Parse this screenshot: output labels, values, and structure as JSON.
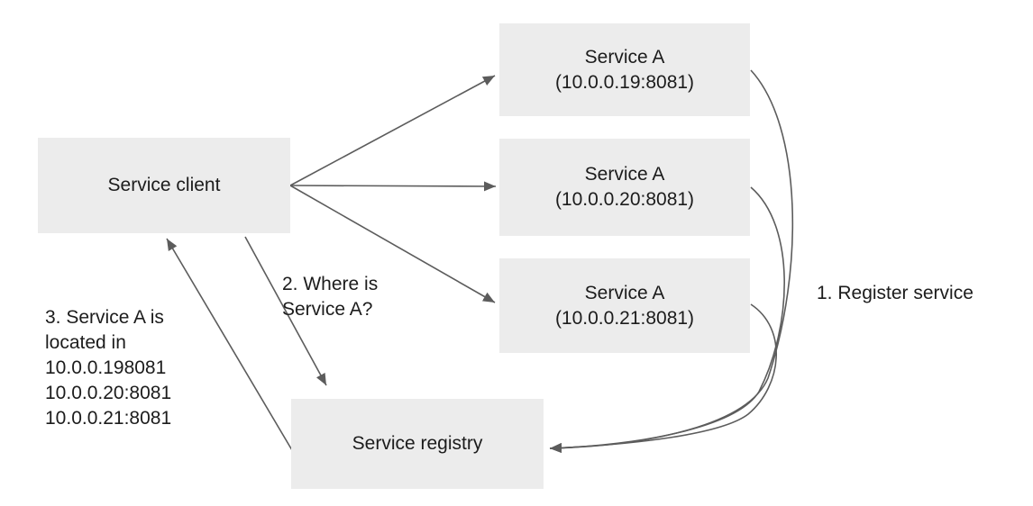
{
  "diagram": {
    "nodes": {
      "service_client": {
        "label": "Service client"
      },
      "service_a_1": {
        "title": "Service A",
        "address": "(10.0.0.19:8081)"
      },
      "service_a_2": {
        "title": "Service A",
        "address": "(10.0.0.20:8081)"
      },
      "service_a_3": {
        "title": "Service A",
        "address": "(10.0.0.21:8081)"
      },
      "service_registry": {
        "label": "Service registry"
      }
    },
    "annotations": {
      "register_service": "1. Register service",
      "where_is": {
        "lines": [
          "2. Where is",
          "Service A?"
        ]
      },
      "located_in": {
        "lines": [
          "3. Service A is",
          "located in",
          "10.0.0.198081",
          "10.0.0.20:8081",
          "10.0.0.21:8081"
        ]
      }
    },
    "colors": {
      "box_fill": "#ececec",
      "arrow": "#5c5c5c",
      "text": "#1c1c1c",
      "background": "#ffffff"
    }
  }
}
